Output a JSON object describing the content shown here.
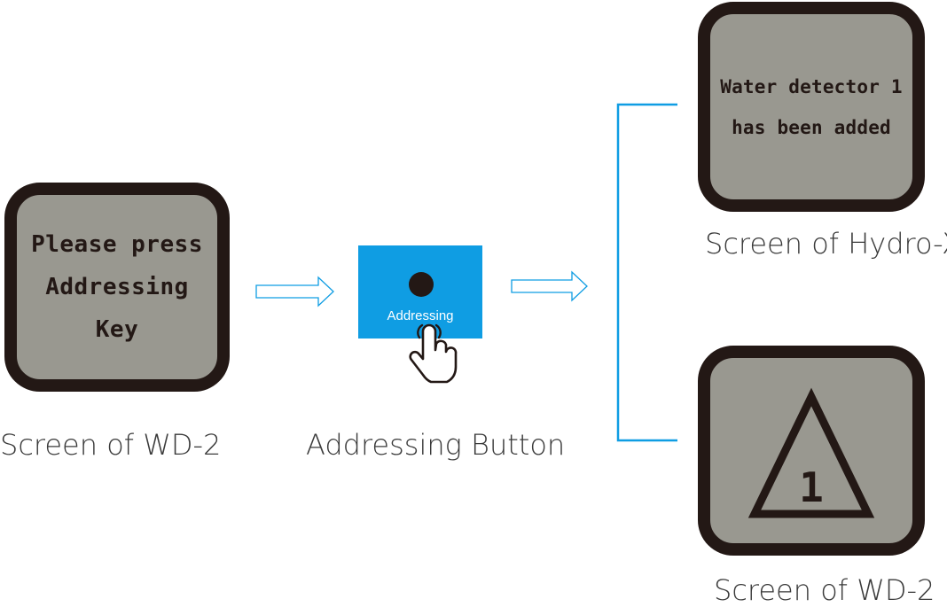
{
  "left_screen": {
    "lines": [
      "Please press",
      "Addressing",
      "Key"
    ],
    "caption": "Screen of WD-2"
  },
  "addressing_button": {
    "label": "Addressing",
    "caption": "Addressing Button",
    "color": "#0f9de3"
  },
  "hydro_screen": {
    "lines": [
      "Water detector 1",
      "has been added"
    ],
    "caption": "Screen of Hydro-X"
  },
  "right_wd2_screen": {
    "symbol": "1",
    "caption": "Screen of WD-2"
  },
  "colors": {
    "screen_fill": "#999890",
    "screen_border": "#231815",
    "connector": "#0f9de3"
  },
  "icons": [
    "hand-pointer-icon",
    "warning-triangle-icon",
    "arrow-right-icon"
  ]
}
